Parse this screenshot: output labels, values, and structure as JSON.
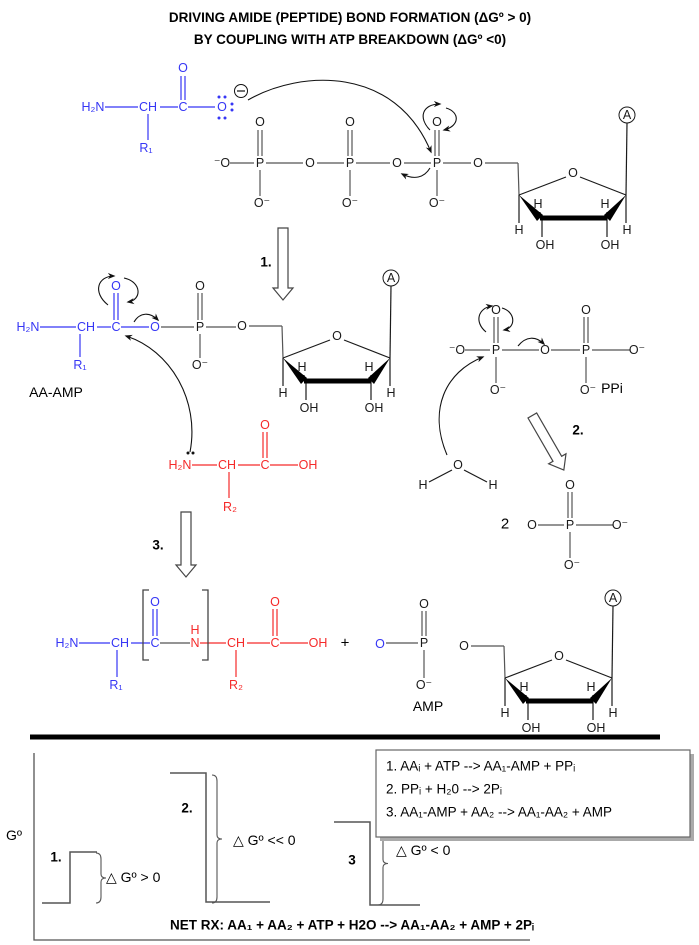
{
  "title": {
    "line1": "DRIVING AMIDE (PEPTIDE) BOND FORMATION (ΔGº > 0)",
    "line2": "BY COUPLING WITH ATP BREAKDOWN (ΔGº <0)"
  },
  "atoms": {
    "O": "O",
    "P": "P",
    "Ominus": "O⁻",
    "minusO": "⁻O",
    "H": "H",
    "OH": "OH",
    "C": "C",
    "CH": "CH",
    "N": "N",
    "H2N": "H₂N",
    "R1": "R₁",
    "R2": "R₂",
    "A": "A",
    "Olone": "O"
  },
  "labels": {
    "aa_amp": "AA-AMP",
    "ppi": "PPi",
    "amp": "AMP",
    "two": "2",
    "plus": "+",
    "step1": "1.",
    "step2": "2.",
    "step3": "3."
  },
  "energy": {
    "axis_label": "Gº",
    "step1_label": "1.",
    "step2_label": "2.",
    "step3_label": "3",
    "dg1": "△ Gº > 0",
    "dg2": "△ Gº << 0",
    "dg3": "△ Gº < 0"
  },
  "reactions": [
    "1.  AAᵢ + ATP --> AA₁-AMP + PPᵢ",
    "2.  PPᵢ + H₂0 --> 2Pᵢ",
    "3.  AA₁-AMP + AA₂ --> AA₁-AA₂ + AMP"
  ],
  "net_reaction": "NET RX:  AA₁ + AA₂ + ATP + H2O  -->  AA₁-AA₂ + AMP + 2Pᵢ",
  "colors": {
    "aa1": "#3636f5",
    "aa2": "#f52a2a",
    "ink": "#1a1a1a",
    "bond": "#555555"
  }
}
